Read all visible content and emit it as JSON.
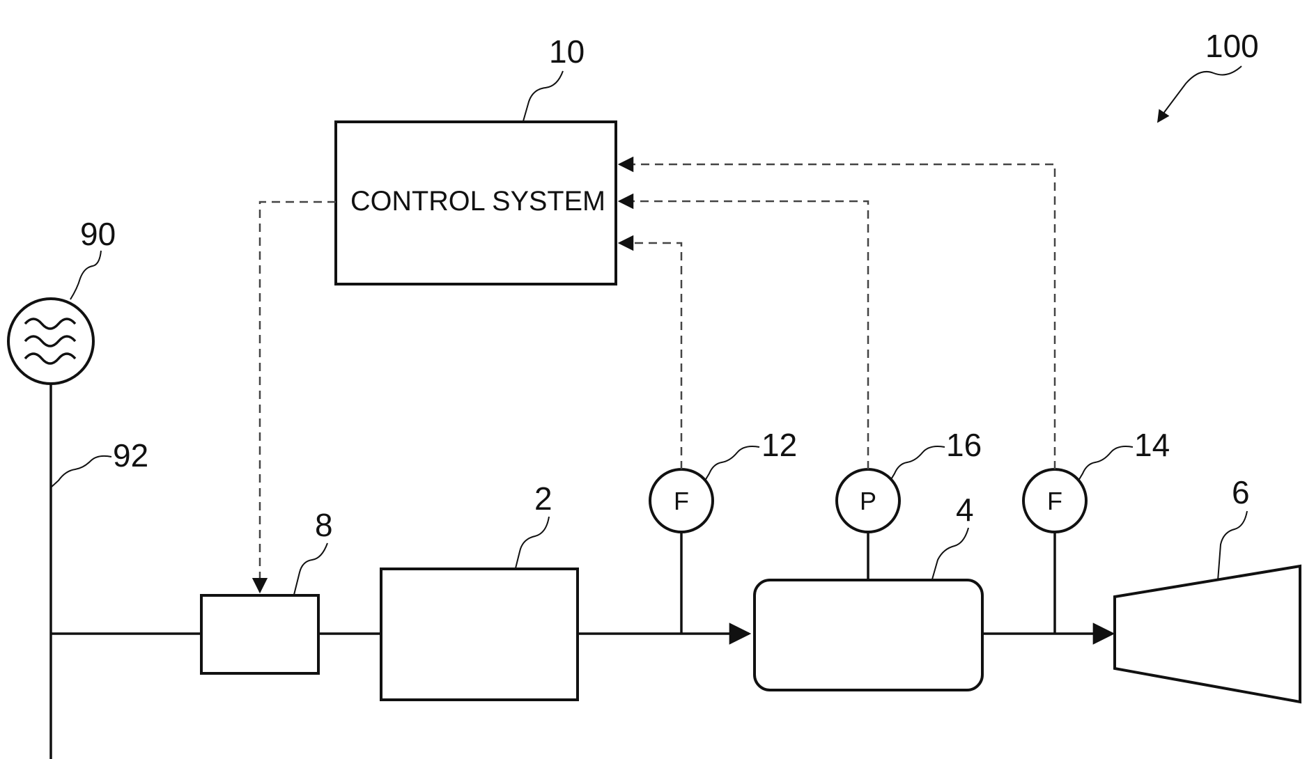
{
  "references": {
    "system": "100",
    "control": "10",
    "source": "90",
    "line": "92",
    "valve": "8",
    "unit2": "2",
    "sensor12": "12",
    "sensor16": "16",
    "sensor14": "14",
    "unit4": "4",
    "turbine": "6"
  },
  "labels": {
    "control_system": "CONTROL SYSTEM",
    "flow_sensor_12": "F",
    "pressure_sensor_16": "P",
    "flow_sensor_14": "F"
  }
}
